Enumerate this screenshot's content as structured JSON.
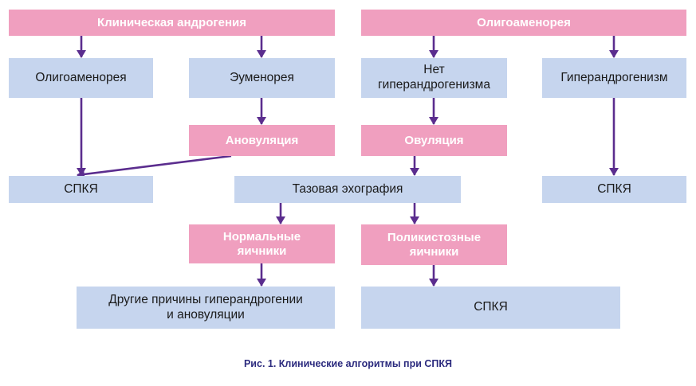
{
  "colors": {
    "pink": "#f09fbf",
    "blue": "#c6d5ee",
    "arrow": "#5b2d8e",
    "caption": "#2b2a7e"
  },
  "nodes": {
    "clinical_androgenia": "Клиническая андрогения",
    "oligoamenorrhea_top": "Олигоаменорея",
    "oligoamenorrhea_left": "Олигоаменорея",
    "eumenorrhea": "Эуменорея",
    "no_hyperandrogenism": "Нет\nгиперандрогенизма",
    "hyperandrogenism": "Гиперандрогенизм",
    "anovulation": "Ановуляция",
    "ovulation": "Овуляция",
    "pcos_left": "СПКЯ",
    "pelvic_echography": "Тазовая эхография",
    "pcos_right": "СПКЯ",
    "normal_ovaries": "Нормальные\nяичники",
    "polycystic_ovaries": "Поликистозные\nяичники",
    "other_causes": "Другие причины гиперандрогении\nи ановуляции",
    "pcos_bottom": "СПКЯ"
  },
  "edges": [
    [
      "clinical_androgenia",
      "oligoamenorrhea_left"
    ],
    [
      "clinical_androgenia",
      "eumenorrhea"
    ],
    [
      "oligoamenorrhea_top",
      "no_hyperandrogenism"
    ],
    [
      "oligoamenorrhea_top",
      "hyperandrogenism"
    ],
    [
      "eumenorrhea",
      "anovulation"
    ],
    [
      "no_hyperandrogenism",
      "ovulation"
    ],
    [
      "oligoamenorrhea_left",
      "pcos_left"
    ],
    [
      "anovulation",
      "pcos_left"
    ],
    [
      "ovulation",
      "pelvic_echography"
    ],
    [
      "hyperandrogenism",
      "pcos_right"
    ],
    [
      "pelvic_echography",
      "normal_ovaries"
    ],
    [
      "pelvic_echography",
      "polycystic_ovaries"
    ],
    [
      "normal_ovaries",
      "other_causes"
    ],
    [
      "polycystic_ovaries",
      "pcos_bottom"
    ]
  ],
  "caption": "Рис. 1. Клинические алгоритмы при СПКЯ"
}
